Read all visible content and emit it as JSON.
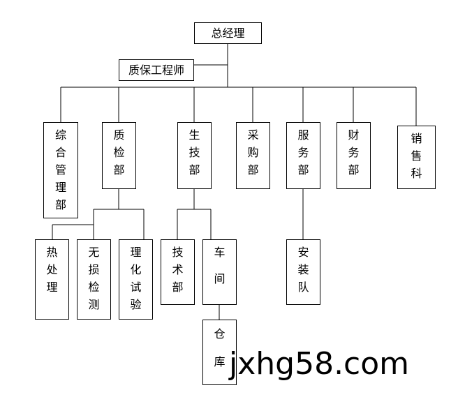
{
  "nodes": {
    "ceo": "总经理",
    "qa_engineer": "质保工程师",
    "general_mgmt": [
      "综",
      "合",
      "管",
      "理",
      "部"
    ],
    "quality_dept": [
      "质",
      "检",
      "部"
    ],
    "production_tech": [
      "生",
      "技",
      "部"
    ],
    "purchasing": [
      "采",
      "购",
      "部"
    ],
    "service": [
      "服",
      "务",
      "部"
    ],
    "finance": [
      "财",
      "务",
      "部"
    ],
    "sales": [
      "销",
      "售",
      "科"
    ],
    "heat_treatment": [
      "热",
      "处",
      "理"
    ],
    "ndt": [
      "无",
      "损",
      "检",
      "测"
    ],
    "lab_test": [
      "理",
      "化",
      "试",
      "验"
    ],
    "technical": [
      "技",
      "术",
      "部"
    ],
    "workshop": [
      "车",
      "间"
    ],
    "installation": [
      "安",
      "装",
      "队"
    ],
    "warehouse": [
      "仓",
      "库"
    ]
  },
  "watermark": "jxhg58.com"
}
